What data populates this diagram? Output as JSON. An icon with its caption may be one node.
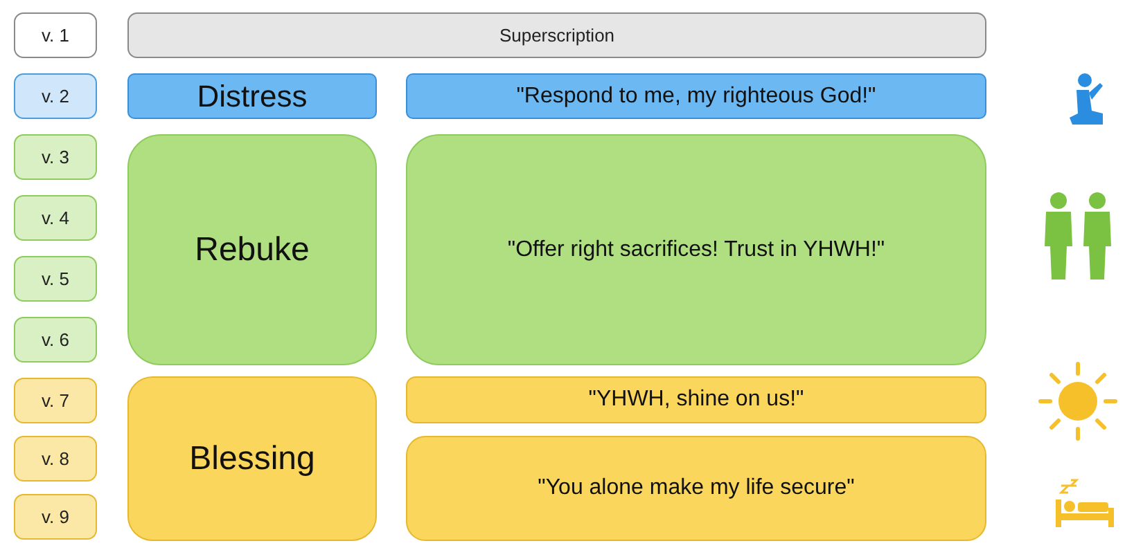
{
  "diagram": {
    "nodes": [
      {
        "text": [
          "v. 1"
        ]
      },
      {
        "text": [
          "Superscription"
        ]
      },
      {
        "text": [
          "v. 2"
        ]
      },
      {
        "text": [
          "Distress"
        ]
      },
      {
        "text": [
          "\"Respond to me, my righteous God!\""
        ]
      },
      {
        "text": [
          "v. 3"
        ]
      },
      {
        "text": [
          "Rebuke"
        ]
      },
      {
        "text": [
          "\"Offer right sacrifices! Trust in YHWH!\""
        ]
      },
      {
        "text": [
          "v. 4"
        ]
      },
      {
        "text": [
          "v. 5"
        ]
      },
      {
        "text": [
          "v. 6"
        ]
      },
      {
        "text": [
          "v. 7"
        ]
      },
      {
        "text": [
          "Blessing"
        ]
      },
      {
        "text": [
          "\"YHWH, shine on us!\""
        ]
      },
      {
        "text": [
          "v. 8"
        ]
      },
      {
        "text": [
          "\"You alone make my life secure\""
        ]
      },
      {
        "text": [
          "v. 9"
        ]
      }
    ]
  }
}
